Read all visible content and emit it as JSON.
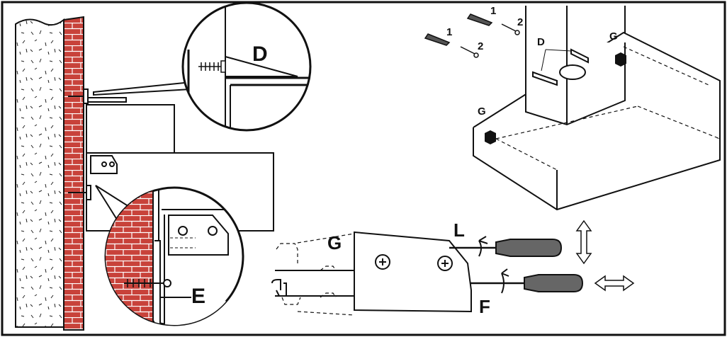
{
  "labels": {
    "D_zoom": "D",
    "E_zoom": "E",
    "G_bracket": "G",
    "L_tool": "L",
    "F_tool": "F",
    "screw_1a": "1",
    "screw_2a": "2",
    "screw_1b": "1",
    "screw_2b": "2",
    "D_hood": "D",
    "G_hood_right": "G",
    "G_hood_left": "G"
  },
  "colors": {
    "brick": "#c8423a",
    "mortar": "#ffffff",
    "handle": "#666666",
    "ink": "#111111"
  }
}
